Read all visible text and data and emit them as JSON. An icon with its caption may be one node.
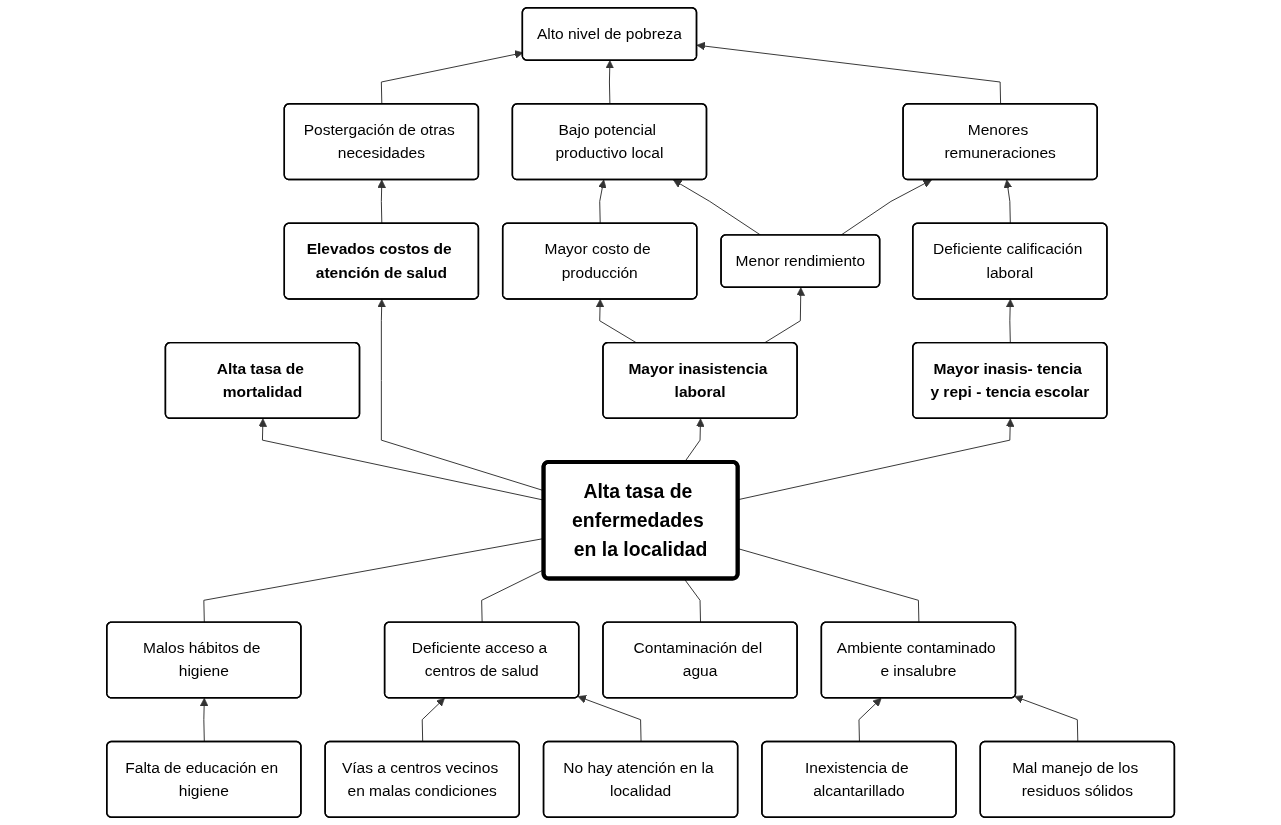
{
  "diagram": {
    "nodes": [
      {
        "text": [
          "Alto nivel de pobreza"
        ]
      },
      {
        "text": [
          "Bajo potencial productivo local"
        ]
      },
      {
        "text": [
          "Menores remuneraciones"
        ]
      },
      {
        "text": [
          "Postergación de otras necesidades"
        ]
      },
      {
        "text": [
          "Mayor costo de producción"
        ]
      },
      {
        "text": [
          "Menor rendimiento"
        ]
      },
      {
        "text": [
          "Deficiente calificación laboral"
        ]
      },
      {
        "text": [
          "Alta tasa de mortalidad"
        ]
      },
      {
        "text": [
          "Elevados costos de atención de salud"
        ]
      },
      {
        "text": [
          "Mayor inasistencia laboral"
        ]
      },
      {
        "text": [
          "Mayor inasis- tencia y repi - tencia escolar"
        ]
      },
      {
        "text": [
          "Alta tasa de enfermedades en la localidad"
        ]
      },
      {
        "text": [
          "Malos hábitos de higiene"
        ]
      },
      {
        "text": [
          "Deficiente acceso a centros de salud"
        ]
      },
      {
        "text": [
          "Contaminación del agua"
        ]
      },
      {
        "text": [
          "Ambiente contaminado e insalubre"
        ]
      },
      {
        "text": [
          "Falta de educación en higiene"
        ]
      },
      {
        "text": [
          "Inexistencia de alcantarillado"
        ]
      },
      {
        "text": [
          "Mal manejo de los residuos sólidos"
        ]
      },
      {
        "text": [
          "Vías a centros vecinos en malas condiciones"
        ]
      },
      {
        "text": [
          "No hay atención en la localidad"
        ]
      }
    ],
    "edges": [
      {
        "from": 3,
        "to": 0,
        "arrow": "to"
      },
      {
        "from": 1,
        "to": 0,
        "arrow": "to"
      },
      {
        "from": 2,
        "to": 0,
        "arrow": "to"
      },
      {
        "from": 4,
        "to": 1,
        "arrow": "to"
      },
      {
        "from": 5,
        "to": 1,
        "arrow": "to"
      },
      {
        "from": 5,
        "to": 2,
        "arrow": "to"
      },
      {
        "from": 6,
        "to": 2,
        "arrow": "to"
      },
      {
        "from": 8,
        "to": 3,
        "arrow": "to"
      },
      {
        "from": 9,
        "to": 4,
        "arrow": "to"
      },
      {
        "from": 9,
        "to": 5,
        "arrow": "to"
      },
      {
        "from": 10,
        "to": 6,
        "arrow": "to"
      },
      {
        "from": 11,
        "to": 7,
        "arrow": "to"
      },
      {
        "from": 11,
        "to": 8,
        "arrow": "to"
      },
      {
        "from": 11,
        "to": 9,
        "arrow": "to"
      },
      {
        "from": 11,
        "to": 10,
        "arrow": "to"
      },
      {
        "from": 12,
        "to": 11,
        "arrow": "none"
      },
      {
        "from": 13,
        "to": 11,
        "arrow": "none"
      },
      {
        "from": 14,
        "to": 11,
        "arrow": "none"
      },
      {
        "from": 15,
        "to": 11,
        "arrow": "none"
      },
      {
        "from": 16,
        "to": 12,
        "arrow": "to"
      },
      {
        "from": 19,
        "to": 13,
        "arrow": "to"
      },
      {
        "from": 20,
        "to": 13,
        "arrow": "to"
      },
      {
        "from": 17,
        "to": 15,
        "arrow": "to"
      },
      {
        "from": 18,
        "to": 15,
        "arrow": "to"
      }
    ]
  }
}
